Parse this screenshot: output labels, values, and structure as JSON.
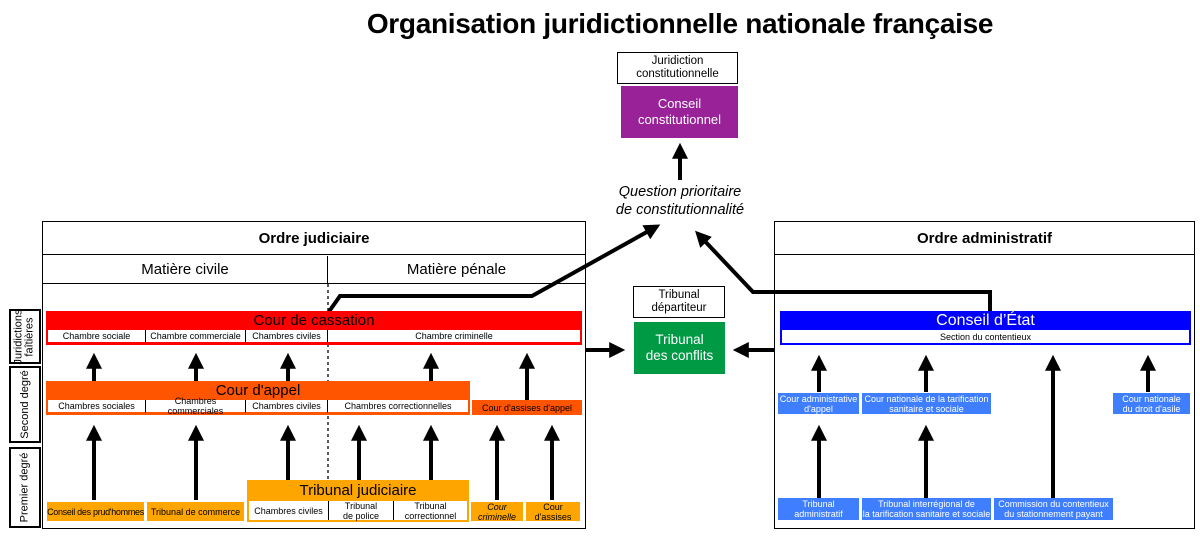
{
  "title": "Organisation juridictionnelle nationale française",
  "colors": {
    "cassation": "#ff0000",
    "appel": "#ff5500",
    "premier_degre": "#ffa500",
    "constitutionnel": "#992299",
    "conflits": "#009944",
    "conseil_etat": "#0000ff",
    "admin_leaf": "#3f7fff"
  },
  "constitutional": {
    "label": "Juridiction constitutionnelle",
    "court": "Conseil constitutionnel"
  },
  "qpc": {
    "line1": "Question prioritaire",
    "line2": "de constitutionnalité"
  },
  "conflits": {
    "label_line1": "Tribunal",
    "label_line2": "départiteur",
    "court_line1": "Tribunal",
    "court_line2": "des conflits"
  },
  "levels": {
    "faitieres_line1": "Juridictions",
    "faitieres_line2": "faîtières",
    "second": "Second degré",
    "premier": "Premier degré"
  },
  "judiciaire": {
    "header": "Ordre judiciaire",
    "civile": "Matière civile",
    "penale": "Matière pénale",
    "cassation": {
      "name": "Cour de cassation",
      "chambers": [
        "Chambre sociale",
        "Chambre commerciale",
        "Chambres civiles",
        "Chambre criminelle"
      ]
    },
    "appel": {
      "name": "Cour d'appel",
      "chambers": [
        "Chambres sociales",
        "Chambres commerciales",
        "Chambres civiles",
        "Chambres correctionnelles"
      ],
      "assises_appel": "Cour d'assises d'appel"
    },
    "premier": {
      "prudhommes": "Conseil des prud'hommes",
      "commerce": "Tribunal de commerce",
      "tj_name": "Tribunal judiciaire",
      "tj_chambers": [
        {
          "line1": "Chambres civiles",
          "line2": ""
        },
        {
          "line1": "Tribunal",
          "line2": "de police"
        },
        {
          "line1": "Tribunal",
          "line2": "correctionnel"
        }
      ],
      "cour_criminelle": {
        "line1": "Cour",
        "line2": "criminelle"
      },
      "cour_assises": {
        "line1": "Cour",
        "line2": "d'assises"
      }
    }
  },
  "administratif": {
    "header": "Ordre administratif",
    "conseil_etat": {
      "name": "Conseil d’État",
      "section": "Section du contentieux"
    },
    "second": [
      {
        "line1": "Cour administrative",
        "line2": "d'appel"
      },
      {
        "line1": "Cour nationale de la tarification",
        "line2": "sanitaire et sociale"
      },
      {
        "line1": "Cour nationale",
        "line2": "du droit d'asile"
      }
    ],
    "premier": [
      {
        "line1": "Tribunal",
        "line2": "administratif"
      },
      {
        "line1": "Tribunal interrégional de",
        "line2": "la tarification sanitaire et sociale"
      },
      {
        "line1": "Commission du contentieux",
        "line2": "du stationnement payant"
      }
    ]
  }
}
